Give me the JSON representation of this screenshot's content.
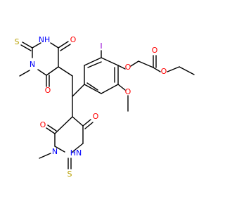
{
  "colors": {
    "carbon": "#000000",
    "oxygen": "#ff0000",
    "nitrogen": "#0000ff",
    "sulfur": "#b8a000",
    "iodine": "#9400d3"
  },
  "atoms": {
    "I": "I",
    "O": "O",
    "N": "N",
    "NH": "NH",
    "HN": "HN",
    "S": "S",
    "methyl": "CH3"
  }
}
